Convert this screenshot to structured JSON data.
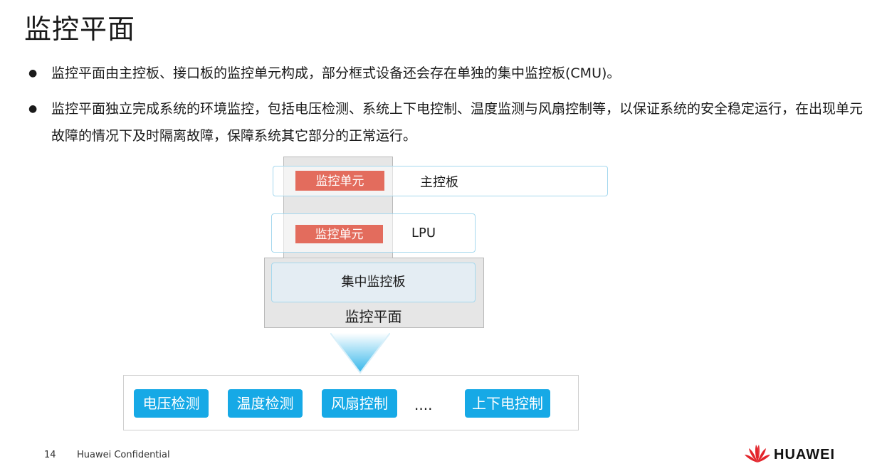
{
  "title": "监控平面",
  "bullets": [
    "监控平面由主控板、接口板的监控单元构成，部分框式设备还会存在单独的集中监控板(CMU)。",
    "监控平面独立完成系统的环境监控，包括电压检测、系统上下电控制、温度监测与风扇控制等，以保证系统的安全稳定运行，在出现单元故障的情况下及时隔离故障，保障系统其它部分的正常运行。"
  ],
  "diagram": {
    "unit_label": "监控单元",
    "main_board": "主控板",
    "lpu": "LPU",
    "cmu": "集中监控板",
    "plane": "监控平面",
    "functions": [
      "电压检测",
      "温度检测",
      "风扇控制",
      "....",
      "上下电控制"
    ]
  },
  "footer": {
    "page": "14",
    "confidential": "Huawei Confidential",
    "brand": "HUAWEI"
  },
  "colors": {
    "unit": "#e36c5d",
    "func": "#16a9e6",
    "board_border": "#a5d8ee",
    "logo": "#e3242b"
  }
}
